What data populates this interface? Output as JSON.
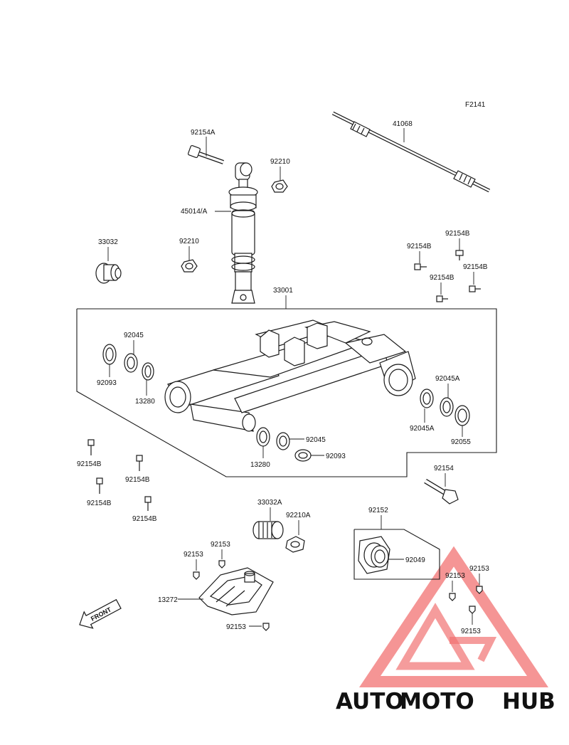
{
  "diagram": {
    "code": "F2141",
    "labels": {
      "shaft": "41068",
      "bolt_top": "92154A",
      "nut_top": "92210",
      "shock": "45014/A",
      "nut_left": "92210",
      "bushing_left": "33032",
      "swingarm": "33001",
      "bolts_right": [
        "92154B",
        "92154B",
        "92154B",
        "92154B"
      ],
      "bearing_l1": "92045",
      "seal_l1": "92093",
      "seal_l2": "13280",
      "bearing_r1": "92045A",
      "bearing_r2": "92045A",
      "seal_r": "92055",
      "bearing_c": "92045",
      "seal_c": "92093",
      "seal_c2": "13280",
      "bolts_left": [
        "92154B",
        "92154B",
        "92154B",
        "92154B"
      ],
      "bolt_pivot": "92154",
      "bushing_low": "33032A",
      "nut_low": "92210A",
      "clip_a": "92153",
      "clip_b": "92153",
      "guard": "13272",
      "clip_c": "92153",
      "hub_set": "92152",
      "seal_hub": "92049",
      "clip_d": "92153",
      "clip_e": "92153",
      "clip_f": "92153"
    },
    "front_arrow": "FRONT"
  },
  "watermark": {
    "part1": "AUTO",
    "part2": "MOTO",
    "part3": "HUB",
    "color1": "#f2b35a",
    "color2": "#ef7a6a",
    "color3": "#5b5b5b",
    "triangle_color": "#ef5a5a"
  }
}
